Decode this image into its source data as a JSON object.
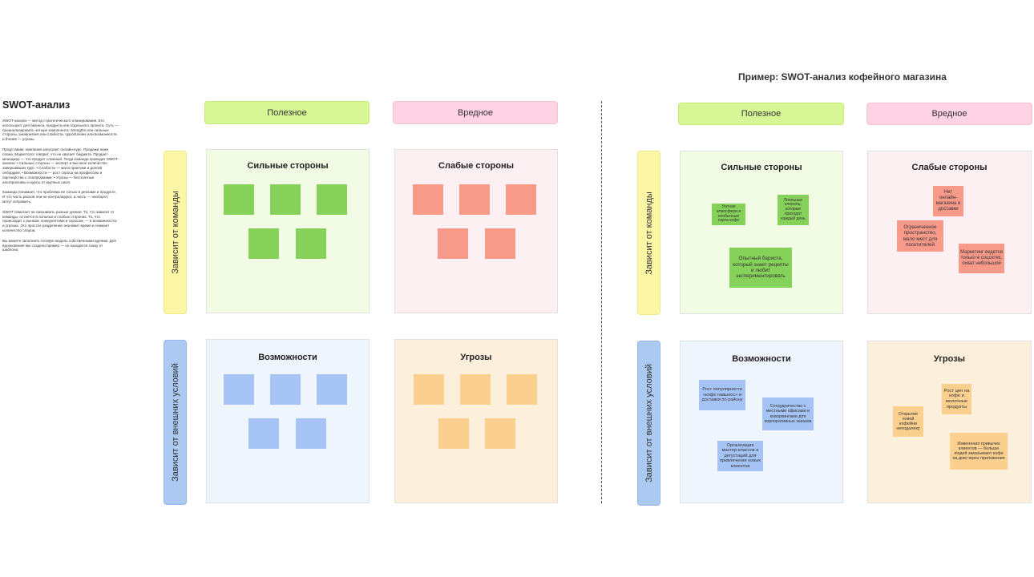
{
  "info": {
    "title": "SWOT-анализ",
    "p1": "SWOT-анализ — метод стратегического планирования. Его используют для бизнеса, продукта или отдельного проекта. Суть — проанализировать четыре компонента: strengths или сильные стороны, weaknesses или слабости, opportunities или возможности и threats — угрозы.",
    "p2": "Представим: компания запускает онлайн-курс. Продажи ниже плана. Маркетолог говорит, что не хватает бюджета. Продакт-менеджер — что продукт сложный. Тогда команда проводит SWOT-анализ: • Сильные стороны — эксперт и высокое количество завершивших курс. • Слабости — мало практики и долгий онбординг. • Возможности — рост спроса на профессию и партнерства с платформами. • Угрозы — бесплатные альтернативы и курсы от крупных школ.",
    "p3": "Команда понимает, что проблема не только в рекламе и продукте. И что часть рисков они не контролируют, а часть — наоборот, могут исправить.",
    "p4": "SWOT помогает не смешивать разные уровни. То, что зависит от команды, остается в сильных и слабых сторонах. То, что происходит с рынком, конкурентами и спросом, — в возможностях и угрозах. Это простое разделение экономит время и снижает количество споров.",
    "p5": "Вы можете заполнить готовую модель собственными идеями. Для вдохновения мы создали пример — он находится снизу от шаблона."
  },
  "labels": {
    "useful": "Полезное",
    "harmful": "Вредное",
    "team": "Зависит от команды",
    "external": "Зависит от внешних условий",
    "strengths": "Сильные стороны",
    "weaknesses": "Слабые стороны",
    "opportunities": "Возможности",
    "threats": "Угрозы"
  },
  "example": {
    "title": "Пример: SWOT-анализ кофейного магазина",
    "strengths": {
      "n1": "Уютная атмосфера и необычные сорта кофе",
      "n2": "Лояльные клиенты, которые приходят каждый день",
      "n3": "Опытный бариста, который знает рецепты и любит экспериментировать"
    },
    "weaknesses": {
      "n1": "Нет онлайн-магазина и доставки",
      "n2": "Ограниченное пространство, мало мест для посетителей",
      "n3": "Маркетинг ведется только в соцсетях, охват небольшой"
    },
    "opportunities": {
      "n1": "Рост популярности «кофе навынос» и доставки по району",
      "n2": "Сотрудничество с местными офисами и коворкингами для корпоративных заказов",
      "n3": "Организация мастер-классов и дегустаций для привлечения новых клиентов"
    },
    "threats": {
      "n1": "Рост цен на кофе и молочные продукты",
      "n2": "Открытие новой кофейни неподалеку",
      "n3": "Изменения привычек клиентов — больше людей заказывают кофе на дом через приложения"
    }
  },
  "colors": {
    "useful": "#d7f796",
    "harmful": "#ffd3e3",
    "team": "#fbf6a6",
    "external": "#acc9f2",
    "strength_note": "#86d15a",
    "weakness_note": "#f79a8a",
    "opportunity_note": "#a5c4f5",
    "threat_note": "#fbd08e"
  }
}
